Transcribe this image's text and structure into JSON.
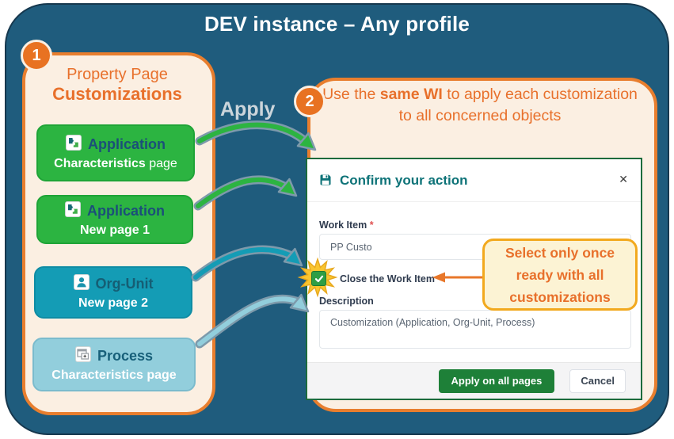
{
  "title": "DEV instance – Any profile",
  "apply_label": "Apply",
  "colors": {
    "frame": "#1F5C7D",
    "accent_orange": "#E87E2E",
    "panel_cream": "#FBEFE2",
    "box_green": "#2CB441",
    "box_teal": "#149CB5",
    "box_light_blue": "#92CEDC",
    "dialog_border_green": "#1C6B3C",
    "dialog_title_teal": "#0E7378",
    "button_green": "#1E8038",
    "callout_yellow": "#FCF3D4",
    "callout_border": "#F2A91E"
  },
  "panel1": {
    "badge": "1",
    "title_line1": "Property Page",
    "title_line2": "Customizations",
    "boxes": [
      {
        "icon": "puzzle-icon",
        "name": "Application",
        "sub_bold": "Characteristics",
        "sub_rest": " page"
      },
      {
        "icon": "puzzle-icon",
        "name": "Application",
        "sub_bold": "New page 1",
        "sub_rest": ""
      },
      {
        "icon": "person-icon",
        "name": "Org-Unit",
        "sub_bold": "New page 2",
        "sub_rest": ""
      },
      {
        "icon": "window-icon",
        "name": "Process",
        "sub_bold": "Characteristics page",
        "sub_rest": ""
      }
    ]
  },
  "panel2": {
    "badge": "2",
    "heading_pre": "Use the ",
    "heading_bold": "same WI",
    "heading_post": " to apply each customization to all concerned objects"
  },
  "dialog": {
    "title": "Confirm your action",
    "close_icon": "✕",
    "work_item_label": "Work Item",
    "required_mark": "*",
    "work_item_value": "PP Custo",
    "checkbox_label": "Close the Work Item",
    "checkbox_checked": true,
    "description_label": "Description",
    "description_value": "Customization (Application, Org-Unit, Process)",
    "apply_button": "Apply on all pages",
    "cancel_button": "Cancel"
  },
  "callout": {
    "lines": [
      "Select only once",
      "ready with all",
      "customizations"
    ]
  }
}
